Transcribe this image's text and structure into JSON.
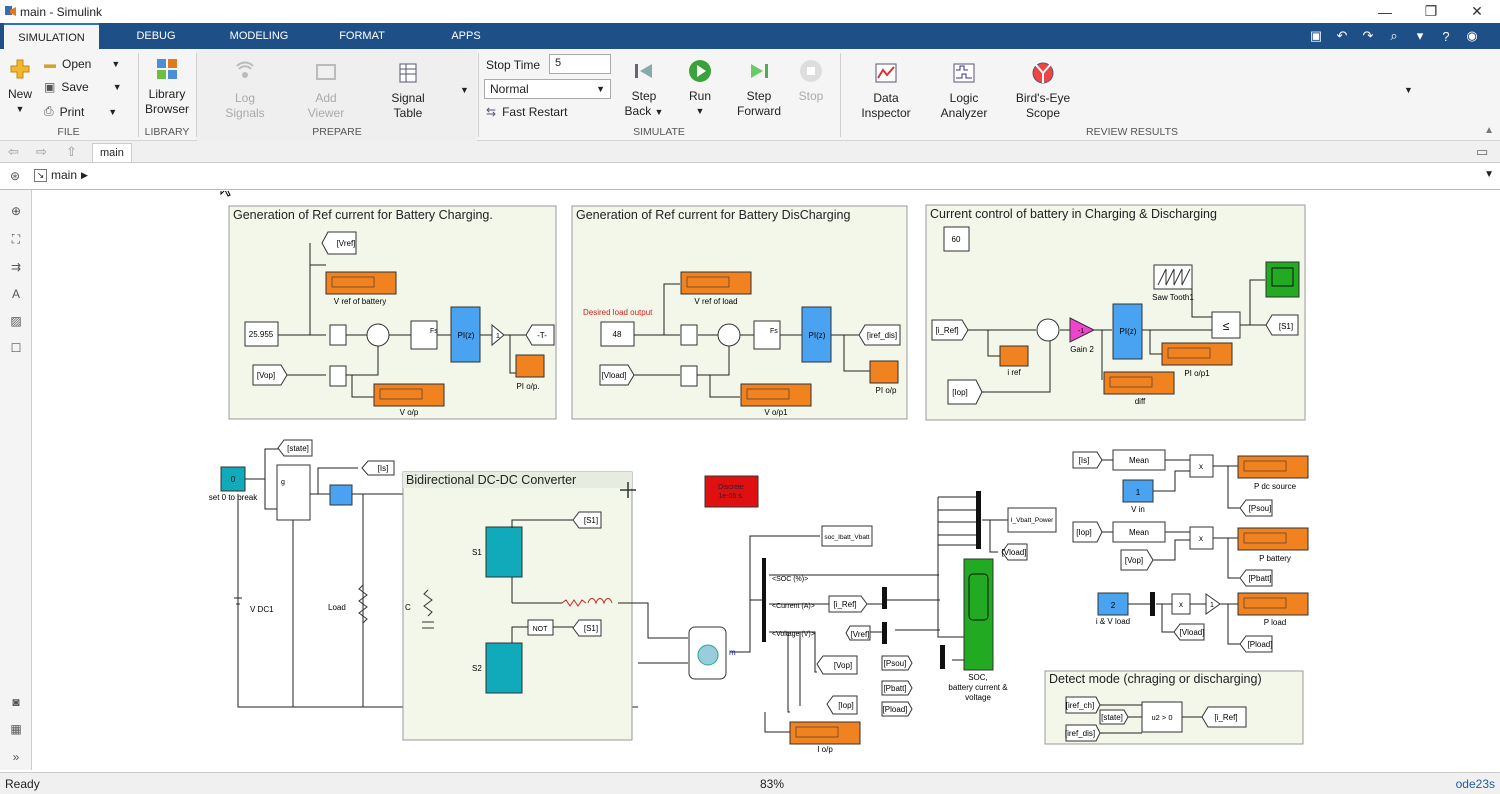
{
  "window": {
    "title": "main - Simulink"
  },
  "tabs": [
    "SIMULATION",
    "DEBUG",
    "MODELING",
    "FORMAT",
    "APPS"
  ],
  "ribbon": {
    "file": {
      "new": "New",
      "open": "Open",
      "save": "Save",
      "print": "Print",
      "label": "FILE"
    },
    "library": {
      "browser_l1": "Library",
      "browser_l2": "Browser",
      "label": "LIBRARY"
    },
    "prepare": {
      "log_l1": "Log",
      "log_l2": "Signals",
      "add_l1": "Add",
      "add_l2": "Viewer",
      "sig_l1": "Signal",
      "sig_l2": "Table",
      "label": "PREPARE"
    },
    "simulate": {
      "stop_time_label": "Stop Time",
      "stop_time_value": "5",
      "mode": "Normal",
      "fast_restart": "Fast Restart",
      "step_back_l1": "Step",
      "step_back_l2": "Back",
      "run": "Run",
      "step_fwd_l1": "Step",
      "step_fwd_l2": "Forward",
      "stop": "Stop",
      "label": "SIMULATE"
    },
    "review": {
      "data_l1": "Data",
      "data_l2": "Inspector",
      "logic_l1": "Logic",
      "logic_l2": "Analyzer",
      "birds_l1": "Bird's-Eye",
      "birds_l2": "Scope",
      "label": "REVIEW RESULTS"
    }
  },
  "explorer": {
    "tab": "main",
    "path": "main"
  },
  "status": {
    "state": "Ready",
    "zoom": "83%",
    "solver": "ode23s"
  },
  "colors": {
    "tabbar": "#1e4f86",
    "area_fill": "#f2f7e9",
    "orange": "#f08220",
    "blue": "#4aa3f0",
    "green": "#22aa22",
    "cyan": "#11aabb",
    "magenta": "#ee44cc",
    "red": "#e01010"
  },
  "diagram": {
    "area1": {
      "title": "Generation of Ref current for Battery Charging.",
      "const": "25.955",
      "goto_vref": "[Vref]",
      "vref_battery": "V ref of battery",
      "from_vop": "[Vop]",
      "vop_label": "V o/p",
      "fs": "Fs",
      "pi": "PI(z)",
      "sat": "1",
      "goto_t": "-T-",
      "pi_op": "PI o/p."
    },
    "area2": {
      "title": "Generation of Ref current for Battery DisCharging",
      "desired": "Desired load output",
      "const": "48",
      "vref_load": "V ref of load",
      "from_vload": "[Vload]",
      "vop1": "V o/p1",
      "fs": "Fs",
      "pi": "PI(z)",
      "goto_iref": "[iref_dis]",
      "pi_op": "PI o/p"
    },
    "area3": {
      "title": "Current control of battery in Charging & Discharging",
      "const60": "60",
      "from_iref": "[i_Ref]",
      "from_iop": "[Iop]",
      "iref": "i ref",
      "gain": "-1",
      "gain_lbl": "Gain 2",
      "pi": "PI(z)",
      "saw": "Saw Tooth1",
      "relop": "≤",
      "goto_s1": "[S1]",
      "pi_op1": "PI o/p1",
      "diff": "diff"
    },
    "converter": {
      "title": "Bidirectional DC-DC Converter",
      "s1": "S1",
      "s2": "S2",
      "not": "NOT",
      "from_s1a": "[S1]",
      "from_s1b": "[S1]",
      "c": "C"
    },
    "left": {
      "const0": "0",
      "break_lbl": "set 0 to break",
      "goto_state": "[state]",
      "goto_is": "[Is]",
      "vdc": "V DC1",
      "load": "Load",
      "g": "g"
    },
    "discrete": {
      "l1": "Discrete",
      "l2": "1e-05 s."
    },
    "bus": {
      "soc": "<SOC (%)>",
      "cur": "<Current (A)>",
      "volt": "<Voltage (V)>",
      "goto_soc": "soc_Ibatt_Vbatt",
      "goto_iref": "[i_Ref]",
      "from_vref": "[Vref]",
      "goto_vop": "[Vop]",
      "goto_iop": "[Iop]",
      "iop": "I o/p",
      "goto_vload": "[Vload]",
      "goto_pow": "I_Vbatt_Power",
      "from_psou": "[Psou]",
      "from_pbatt": "[Pbatt]",
      "from_pload": "[Pload]",
      "scope_l1": "SOC,",
      "scope_l2": "battery current &",
      "scope_l3": "voltage",
      "m": "m"
    },
    "power": {
      "from_is": "[Is]",
      "mean": "Mean",
      "vin_const": "1",
      "vin": "V in",
      "x": "x",
      "p_dc": "P dc source",
      "goto_psou": "[Psou]",
      "from_iop": "[Iop]",
      "from_vop": "[Vop]",
      "p_batt": "P battery",
      "goto_pbatt": "[Pbatt]",
      "const2": "2",
      "iv_load": "i & V load",
      "from_vload": "[Vload]",
      "p_load": "P load",
      "goto_pload": "[Pload]",
      "one": "1"
    },
    "detect": {
      "title": "Detect mode (chraging or discharging)",
      "from_ich": "[iref_ch]",
      "from_state": "[state]",
      "from_idis": "[iref_dis]",
      "cond": "u2 > 0",
      "goto_iref": "[i_Ref]"
    }
  }
}
